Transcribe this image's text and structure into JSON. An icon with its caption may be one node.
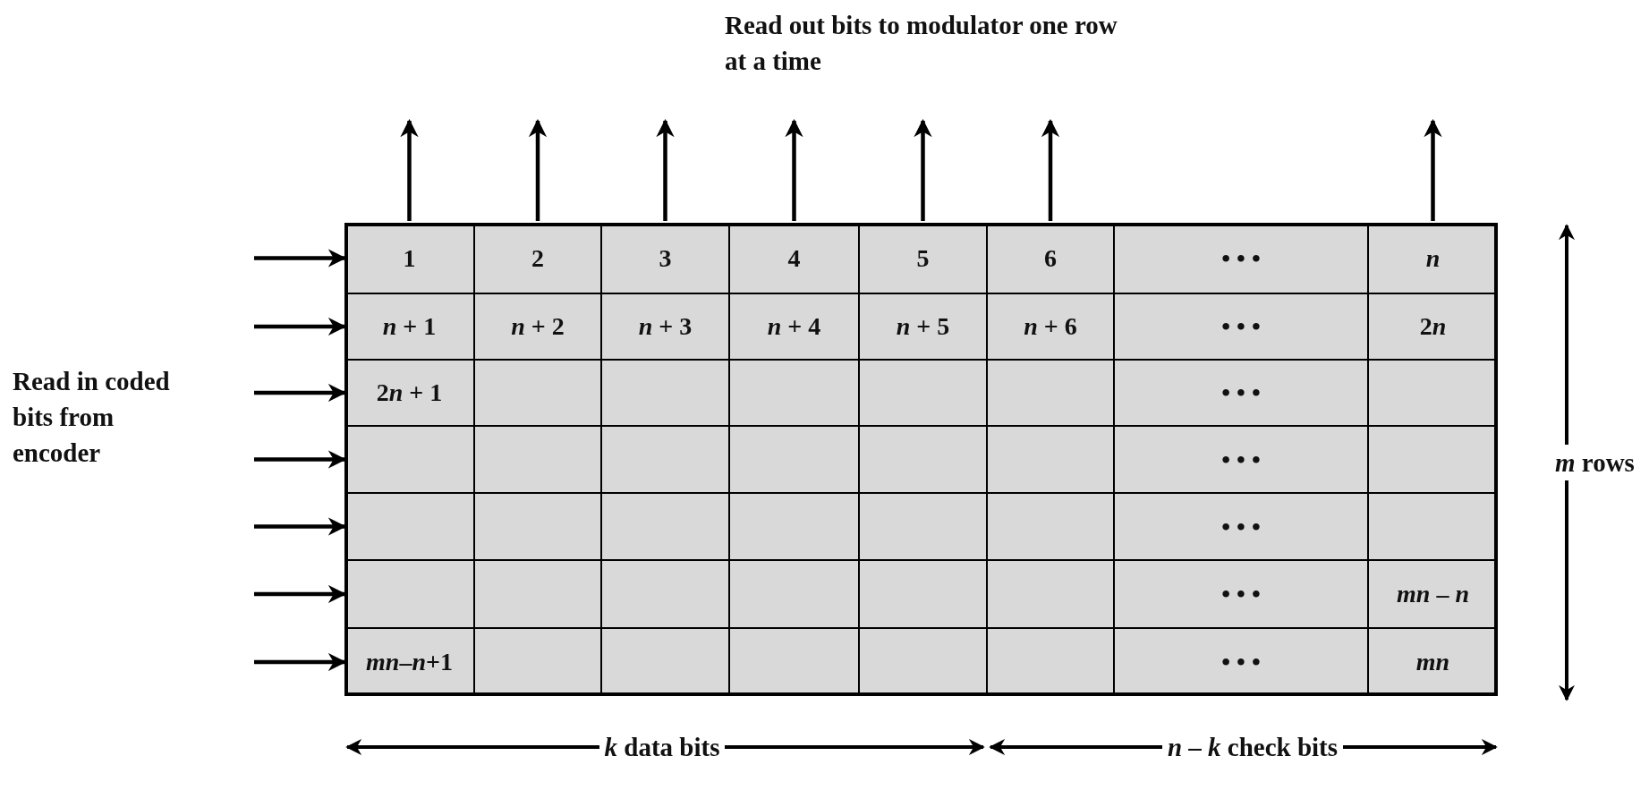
{
  "diagram": {
    "nodes": [
      {
        "text": [],
        "shape": "box"
      },
      {
        "text": [
          "1"
        ],
        "in": 0
      },
      {
        "text": [
          "2"
        ],
        "in": 0
      },
      {
        "text": [
          "3"
        ],
        "in": 0
      },
      {
        "text": [
          "4"
        ],
        "in": 0
      },
      {
        "text": [
          "5"
        ],
        "in": 0
      },
      {
        "text": [
          "6"
        ],
        "in": 0
      },
      {
        "text": [
          "• • •"
        ],
        "in": 0
      },
      {
        "text": [
          "n"
        ],
        "in": 0
      },
      {
        "text": [
          "n + 1"
        ],
        "in": 0
      },
      {
        "text": [
          "n + 2"
        ],
        "in": 0
      },
      {
        "text": [
          "n + 3"
        ],
        "in": 0
      },
      {
        "text": [
          "n + 4"
        ],
        "in": 0
      },
      {
        "text": [
          "n + 5"
        ],
        "in": 0
      },
      {
        "text": [
          "n + 6"
        ],
        "in": 0
      },
      {
        "text": [
          "• • •"
        ],
        "in": 0
      },
      {
        "text": [
          "2n"
        ],
        "in": 0
      },
      {
        "text": [
          "2n + 1"
        ],
        "in": 0
      },
      {
        "text": [],
        "shape": "box",
        "in": 0
      },
      {
        "text": [],
        "shape": "box",
        "in": 0
      },
      {
        "text": [],
        "shape": "box",
        "in": 0
      },
      {
        "text": [],
        "shape": "box",
        "in": 0
      },
      {
        "text": [],
        "shape": "box",
        "in": 0
      },
      {
        "text": [
          "• • •"
        ],
        "in": 0
      },
      {
        "text": [],
        "shape": "box",
        "in": 0
      },
      {
        "text": [],
        "shape": "box",
        "in": 0
      },
      {
        "text": [],
        "shape": "box",
        "in": 0
      },
      {
        "text": [],
        "shape": "box",
        "in": 0
      },
      {
        "text": [],
        "shape": "box",
        "in": 0
      },
      {
        "text": [],
        "shape": "box",
        "in": 0
      },
      {
        "text": [],
        "shape": "box",
        "in": 0
      },
      {
        "text": [
          "• • •"
        ],
        "in": 0
      },
      {
        "text": [],
        "shape": "box",
        "in": 0
      },
      {
        "text": [],
        "shape": "box",
        "in": 0
      },
      {
        "text": [],
        "shape": "box",
        "in": 0
      },
      {
        "text": [],
        "shape": "box",
        "in": 0
      },
      {
        "text": [],
        "shape": "box",
        "in": 0
      },
      {
        "text": [],
        "shape": "box",
        "in": 0
      },
      {
        "text": [],
        "shape": "box",
        "in": 0
      },
      {
        "text": [
          "• • •"
        ],
        "in": 0
      },
      {
        "text": [],
        "shape": "box",
        "in": 0
      },
      {
        "text": [],
        "shape": "box",
        "in": 0
      },
      {
        "text": [],
        "shape": "box",
        "in": 0
      },
      {
        "text": [],
        "shape": "box",
        "in": 0
      },
      {
        "text": [],
        "shape": "box",
        "in": 0
      },
      {
        "text": [],
        "shape": "box",
        "in": 0
      },
      {
        "text": [],
        "shape": "box",
        "in": 0
      },
      {
        "text": [
          "• • •"
        ],
        "in": 0
      },
      {
        "text": [
          "mn – n"
        ],
        "in": 0
      },
      {
        "text": [
          "mn–n+1"
        ],
        "in": 0
      },
      {
        "text": [],
        "shape": "box",
        "in": 0
      },
      {
        "text": [],
        "shape": "box",
        "in": 0
      },
      {
        "text": [],
        "shape": "box",
        "in": 0
      },
      {
        "text": [],
        "shape": "box",
        "in": 0
      },
      {
        "text": [],
        "shape": "box",
        "in": 0
      },
      {
        "text": [
          "• • •"
        ],
        "in": 0
      },
      {
        "text": [
          "mn"
        ],
        "in": 0
      }
    ],
    "edges": [
      {
        "from": null,
        "to": 1,
        "arrow": "to"
      },
      {
        "from": null,
        "to": 9,
        "arrow": "to"
      },
      {
        "from": null,
        "to": 17,
        "arrow": "to"
      },
      {
        "from": null,
        "to": 25,
        "arrow": "to"
      },
      {
        "from": null,
        "to": 33,
        "arrow": "to"
      },
      {
        "from": null,
        "to": 41,
        "arrow": "to"
      },
      {
        "from": null,
        "to": 49,
        "arrow": "to"
      },
      {
        "from": 1,
        "to": null,
        "arrow": "to"
      },
      {
        "from": 2,
        "to": null,
        "arrow": "to"
      },
      {
        "from": 3,
        "to": null,
        "arrow": "to"
      },
      {
        "from": 4,
        "to": null,
        "arrow": "to"
      },
      {
        "from": 5,
        "to": null,
        "arrow": "to"
      },
      {
        "from": 6,
        "to": null,
        "arrow": "to"
      },
      {
        "from": 8,
        "to": null,
        "arrow": "to"
      }
    ],
    "labels": [
      "Read out bits to modulator one row at a time",
      "Read in coded bits from encoder",
      "*m* rows",
      "*k* data bits",
      "*n* – *k* check bits"
    ]
  }
}
